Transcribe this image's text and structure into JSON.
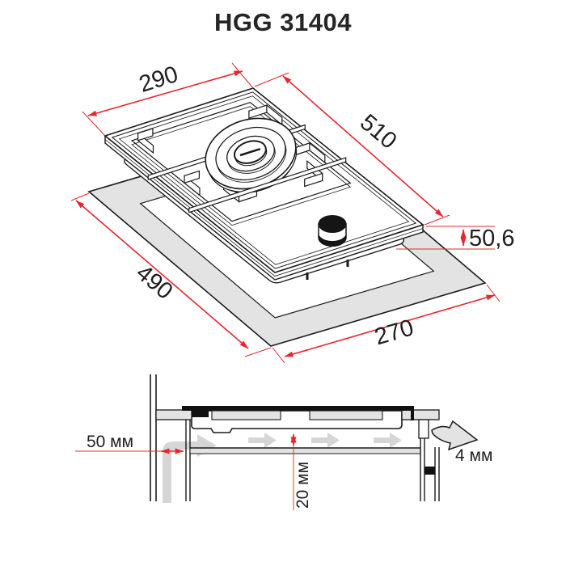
{
  "title": "HGG 31404",
  "colors": {
    "dimension_red": "#e8262e",
    "drawing_black": "#1a1a1a",
    "cutout_gray": "#e3e3e3",
    "airflow_gray": "#d6d6d6"
  },
  "top_view": {
    "description": "isometric single-burner domino hob above worktop cutout",
    "dims": {
      "hob_width": "290",
      "hob_length": "510",
      "cutout_length": "490",
      "cutout_width": "270",
      "hob_height": "50,6"
    }
  },
  "installation": {
    "description": "side cross-section with ventilation airflow",
    "clearances": {
      "wall_side": "50 мм",
      "below": "20 мм",
      "rear_gap": "4 мм"
    }
  }
}
